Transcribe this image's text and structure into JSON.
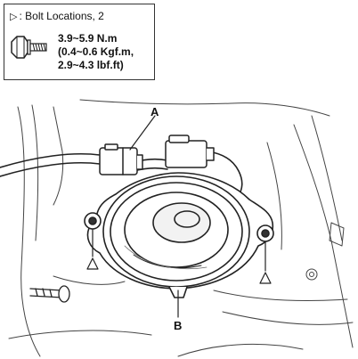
{
  "legend": {
    "symbol": "▷",
    "title": ": Bolt Locations, 2",
    "torque_line1": "3.9~5.9 N.m",
    "torque_line2": "(0.4~0.6 Kgf.m,",
    "torque_line3": "2.9~4.3 lbf.ft)"
  },
  "callouts": {
    "a": "A",
    "b": "B"
  },
  "icons": [
    "bolt-icon",
    "bolt-location-triangle-icon"
  ]
}
